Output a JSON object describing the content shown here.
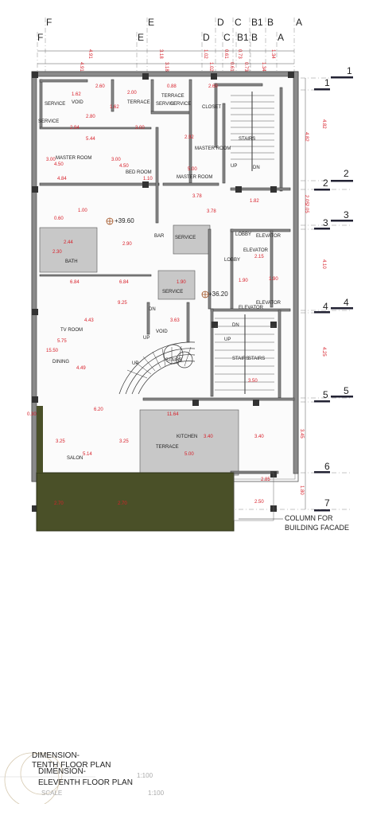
{
  "plan": {
    "top_grid_upper": [
      "F",
      "E",
      "D",
      "C",
      "B1",
      "B",
      "A"
    ],
    "top_grid_lower": [
      "F",
      "E",
      "D",
      "C",
      "B1",
      "B",
      "A"
    ],
    "top_dims_upper": [
      "4.91",
      "3.18",
      "1.02",
      "0.61",
      "0.73",
      "1.34"
    ],
    "top_dims_lower": [
      "4.91",
      "3.18",
      "1.02",
      "0.61",
      "0.73",
      "1.34"
    ],
    "right_grid_outer": [
      "1",
      "2",
      "3",
      "4",
      "5",
      "6",
      "7"
    ],
    "right_grid_inner": [
      "1",
      "2",
      "3",
      "4",
      "5"
    ],
    "right_dims": [
      "4.82",
      "2.05",
      "4.10",
      "4.25",
      "3.45",
      "1.80"
    ],
    "rooms": {
      "service_1": "SERVICE",
      "void_1": "VOID",
      "service_2": "SERVICE",
      "terrace_top": "TERRACE",
      "terrace_top2": "TERRACE",
      "service_3": "SERVICE",
      "service_4": "SERVICE",
      "closet": "CLOSET",
      "master_room_1": "MASTER ROOM",
      "master_room_2": "MASTER ROOM",
      "master_room_3": "MASTER ROOM",
      "bed_room": "BED ROOM",
      "stairs_top": "STAIRS",
      "bath": "BATH",
      "bar": "BAR",
      "service_mid": "SERVICE",
      "lobby_1": "LOBBY",
      "lobby_2": "LOBBY",
      "elevator_1": "ELEVATOR",
      "elevator_2": "ELEVATOR",
      "elevator_3": "ELEVATOR",
      "elevator_4": "ELEVATOR",
      "service_low": "SERVICE",
      "tv_room": "TV ROOM",
      "dining": "DINING",
      "void_2": "VOID",
      "stairs_1": "STAIRS",
      "stairs_2": "STAIRS",
      "stairs_3": "STAIRS",
      "kitchen": "KITCHEN",
      "terrace_low": "TERRACE",
      "salon": "SALON"
    },
    "level_1": "+39.60",
    "level_2": "+36.20",
    "markers": {
      "dn": "DN",
      "up": "UP"
    },
    "inner_dims": {
      "d1": "2.60",
      "d2": "1.62",
      "d3": "2.00",
      "d4": "1.62",
      "d5": "2.60",
      "d6": "0.88",
      "d7": "2.80",
      "d8": "2.94",
      "d9": "3.00",
      "d10": "5.44",
      "d11": "2.92",
      "d12": "3.00",
      "d13": "4.50",
      "d14": "3.00",
      "d15": "4.50",
      "d16": "4.84",
      "d17": "5.00",
      "d18": "1.10",
      "d19": "3.78",
      "d20": "3.78",
      "d21": "1.82",
      "d22": "0.60",
      "d23": "1.00",
      "d24": "2.44",
      "d25": "2.30",
      "d26": "2.90",
      "d27": "6.84",
      "d28": "6.84",
      "d29": "9.25",
      "d30": "4.43",
      "d31": "5.75",
      "d32": "15.50",
      "d33": "4.49",
      "d34": "6.20",
      "d35": "11.64",
      "d36": "3.25",
      "d37": "3.25",
      "d38": "5.14",
      "d39": "3.40",
      "d40": "3.40",
      "d41": "5.00",
      "d42": "2.70",
      "d43": "2.70",
      "d44": "2.50",
      "d45": "0.30",
      "d46": "2.15",
      "d47": "1.90",
      "d48": "3.63",
      "d49": "3.50",
      "d50": "1.90",
      "d51": "2.85",
      "d52": "1.90"
    },
    "column_note_line1": "COLUMN FOR",
    "column_note_line2": "BUILDING FACADE"
  },
  "footer": {
    "title_a_line1": "DIMENSION-",
    "title_a_line2": "TENTH FLOOR PLAN",
    "title_b_line1": "DIMENSION-",
    "title_b_line2": "ELEVENTH FLOOR PLAN",
    "scale_label": "SCALE",
    "scale_a": "1:100",
    "scale_b": "1:100"
  },
  "colors": {
    "dimension": "#d8202a",
    "wall": "#8a8a8a",
    "balcony": "#4a5028",
    "shaded_room": "#c8c8c8"
  }
}
